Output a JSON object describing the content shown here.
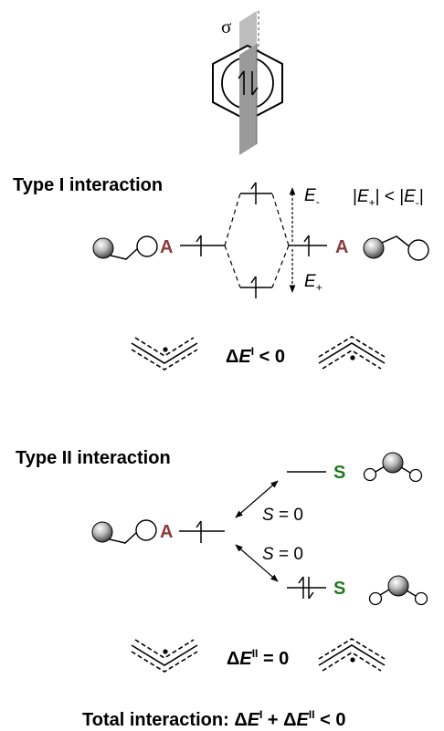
{
  "top": {
    "sigma_label": "σ"
  },
  "type1": {
    "heading": "Type I interaction",
    "atom_left": "A",
    "atom_right": "A",
    "e_minus": {
      "base": "E",
      "sub": "-"
    },
    "e_plus": {
      "base": "E",
      "sub": "+"
    },
    "inequality": {
      "bar1": "|",
      "e1": "E",
      "s1": "+",
      "bar2": "|",
      "lt": " < ",
      "bar3": "|",
      "e2": "E",
      "s2": "-",
      "bar4": "|"
    },
    "delta": {
      "d": "Δ",
      "e": "E",
      "sup": "I",
      "rel": " < 0"
    }
  },
  "type2": {
    "heading": "Type II interaction",
    "atom_left": "A",
    "atom_s_top": "S",
    "atom_s_bottom": "S",
    "overlap_top": {
      "s": "S",
      "rest": " = 0"
    },
    "overlap_bottom": {
      "s": "S",
      "rest": " = 0"
    },
    "delta": {
      "d": "Δ",
      "e": "E",
      "sup": "II",
      "rel": " = 0"
    }
  },
  "total": {
    "prefix": "Total interaction: ",
    "d1": "Δ",
    "e1": "E",
    "sup1": "I",
    "plus": " + ",
    "d2": "Δ",
    "e2": "E",
    "sup2": "II",
    "rel": " < 0"
  }
}
